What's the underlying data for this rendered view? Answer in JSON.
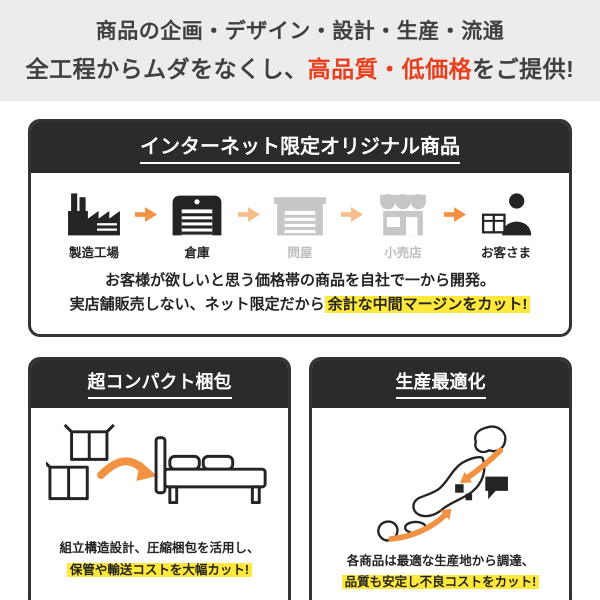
{
  "banner": {
    "line1": "商品の企画・デザイン・設計・生産・流通",
    "line2_prefix": "全工程からムダをなくし、",
    "line2_accent": "高品質・低価格",
    "line2_suffix": "をご提供!"
  },
  "colors": {
    "accent_red": "#e8401f",
    "arrow_orange": "#f39142",
    "arrow_orange_light": "#f7bd8b",
    "highlight_yellow": "#ffe83c",
    "band_black": "#2b2b2b",
    "skipped_gray": "#c7c7c7",
    "banner_bg": "#ececec"
  },
  "card_internet": {
    "title": "インターネット限定オリジナル商品",
    "flow": [
      {
        "label": "製造工場",
        "icon": "factory-icon",
        "state": "active"
      },
      {
        "label": "倉庫",
        "icon": "warehouse-icon",
        "state": "active"
      },
      {
        "label": "問屋",
        "icon": "wholesaler-icon",
        "state": "skipped"
      },
      {
        "label": "小売店",
        "icon": "retail-store-icon",
        "state": "skipped"
      },
      {
        "label": "お客さま",
        "icon": "customer-icon",
        "state": "active"
      }
    ],
    "desc_line1": "お客様が欲しいと思う価格帯の商品を自社で一から開発。",
    "desc_line2_prefix": "実店舗販売しない、ネット限定だから",
    "desc_line2_highlight": "余計な中間マージンをカット!"
  },
  "card_packing": {
    "title": "超コンパクト梱包",
    "icons": [
      "cardboard-boxes-icon",
      "curved-arrow-icon",
      "bed-icon"
    ],
    "desc_line1": "組立構造設計、圧縮梱包を活用し、",
    "desc_highlight": "保管や輸送コストを大幅カット!"
  },
  "card_production": {
    "title": "生産最適化",
    "icons": [
      "japan-map-icon",
      "curved-arrow-icon",
      "location-marker-icon",
      "speech-bubble-icon"
    ],
    "desc_line1": "各商品は最適な生産地から調達、",
    "desc_highlight": "品質も安定し不良コストをカット!"
  }
}
